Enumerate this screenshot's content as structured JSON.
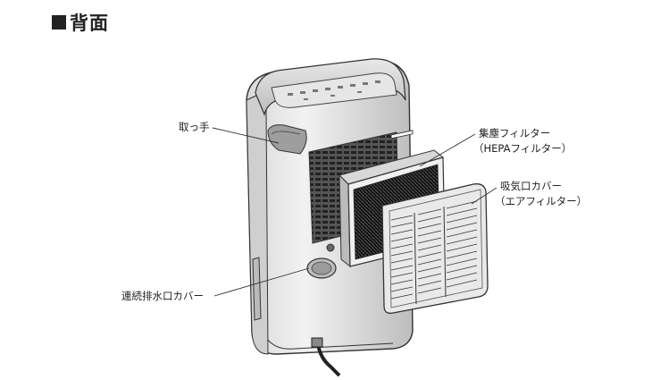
{
  "heading": "背面",
  "labels": {
    "handle": "取っ手",
    "dust_filter": "集塵フィルター",
    "dust_filter_sub": "（HEPAフィルター）",
    "intake_cover": "吸気口カバー",
    "intake_cover_sub": "（エアフィルター）",
    "drain_cover": "連続排水口カバー"
  }
}
